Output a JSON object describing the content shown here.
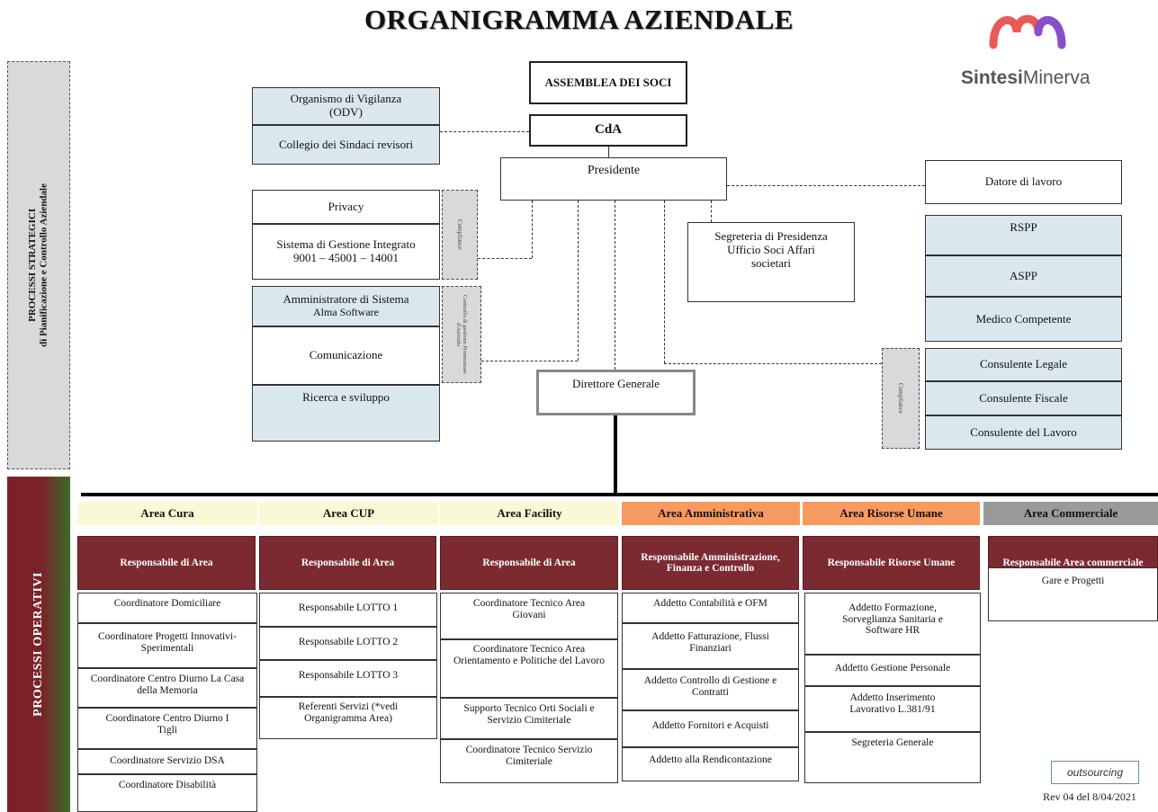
{
  "title": "ORGANIGRAMMA AZIENDALE",
  "logo": {
    "brand_bold": "Sintesi",
    "brand_light": "Minerva",
    "color": "#e85a5a",
    "color2": "#8a4fc8"
  },
  "side_labels": {
    "strategic_line1": "PROCESSI STRATEGICI",
    "strategic_line2": "di Pianificazione e Controllo Aziendale",
    "operative": "PROCESSI OPERATIVI"
  },
  "governance": {
    "assemblea": "ASSEMBLEA DEI SOCI",
    "cda": "CdA",
    "presidente": "Presidente",
    "datore": "Datore di lavoro",
    "direttore": "Direttore Generale",
    "segreteria": "Segreteria di Presidenza Ufficio Soci Affari societari"
  },
  "left_boxes": {
    "odv": "Organismo di Vigilanza (ODV)",
    "sindaci": "Collegio dei Sindaci revisori",
    "privacy": "Privacy",
    "sgi": "Sistema di Gestione Integrato 9001 – 45001 – 14001",
    "amm_sistema_1": "Amministratore di Sistema",
    "amm_sistema_2": "Alma Software",
    "comunicazione": "Comunicazione",
    "ricerca": "Ricerca e sviluppo"
  },
  "tabs": {
    "compliance1": "Compliance",
    "controllo": "Controllo di gestione Promozione d'Azienda",
    "compliance2": "Compliance"
  },
  "right_boxes": {
    "rspp": "RSPP",
    "aspp": "ASPP",
    "medico": "Medico Competente",
    "legale": "Consulente Legale",
    "fiscale": "Consulente Fiscale",
    "lavoro": "Consulente del Lavoro"
  },
  "areas": [
    {
      "header": "Area Cura",
      "header_bg": "#fbf8d6",
      "responsible": "Responsabile di Area",
      "items": [
        "Coordinatore Domiciliare",
        "Coordinatore Progetti Innovativi-Sperimentali",
        "Coordinatore Centro Diurno La Casa della Memoria",
        "Coordinatore Centro Diurno I Tigli",
        "Coordinatore Servizio DSA",
        "Coordinatore Disabilità"
      ]
    },
    {
      "header": "Area CUP",
      "header_bg": "#fbf8d6",
      "responsible": "Responsabile di Area",
      "items": [
        "Responsabile LOTTO 1",
        "Responsabile LOTTO 2",
        "Responsabile LOTTO 3",
        "Referenti Servizi (*vedi Organigramma Area)"
      ]
    },
    {
      "header": "Area Facility",
      "header_bg": "#fbf8d6",
      "responsible": "Responsabile di Area",
      "items": [
        "Coordinatore Tecnico Area Giovani",
        "Coordinatore Tecnico Area Orientamento e Politiche del Lavoro",
        "Supporto Tecnico Orti Sociali e Servizio Cimiteriale",
        "Coordinatore Tecnico Servizio Cimiteriale"
      ]
    },
    {
      "header": "Area Amministrativa",
      "header_bg": "#f79a60",
      "responsible": "Responsabile Amministrazione, Finanza e Controllo",
      "items": [
        "Addetto Contabilità e OFM",
        "Addetto Fatturazione, Flussi Finanziari",
        "Addetto Controllo di Gestione e Contratti",
        "Addetto Fornitori e Acquisti",
        "Addetto alla Rendicontazione"
      ]
    },
    {
      "header": "Area Risorse Umane",
      "header_bg": "#f79a60",
      "responsible": "Responsabile Risorse Umane",
      "items": [
        "Addetto Formazione, Sorveglianza Sanitaria e Software HR",
        "Addetto Gestione Personale",
        "Addetto Inserimento Lavorativo L.381/91",
        "Segreteria Generale"
      ]
    },
    {
      "header": "Area Commerciale",
      "header_bg": "#9a9a9a",
      "responsible": "Responsabile Area commerciale",
      "items": [
        "Gare e Progetti"
      ]
    }
  ],
  "footer": {
    "outsourcing": "outsourcing",
    "revision": "Rev 04 del 8/04/2021"
  }
}
